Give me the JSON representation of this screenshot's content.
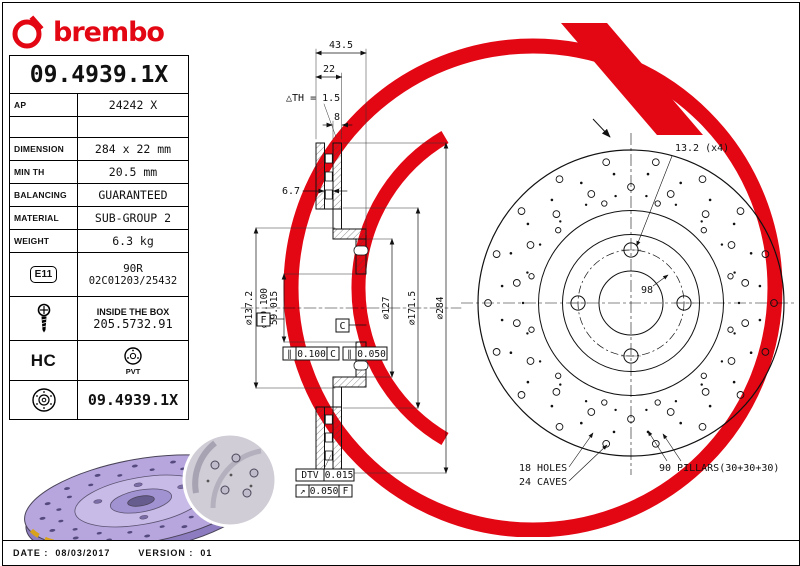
{
  "brand": {
    "logo_text": "brembo"
  },
  "part_number_main": "09.4939.1X",
  "ap": {
    "label": "AP",
    "value": "24242 X"
  },
  "specs": [
    {
      "label": "DIMENSION",
      "value": "284 x 22 mm"
    },
    {
      "label": "MIN TH",
      "value": "20.5 mm"
    },
    {
      "label": "BALANCING",
      "value": "GUARANTEED"
    },
    {
      "label": "MATERIAL",
      "value": "SUB-GROUP 2"
    },
    {
      "label": "WEIGHT",
      "value": "6.3 kg"
    }
  ],
  "homologation": {
    "badge": "E11",
    "line1": "90R",
    "line2": "02C01203/25432"
  },
  "inside_box": {
    "title": "INSIDE THE BOX",
    "part": "205.5732.91"
  },
  "coating": {
    "hc": "HC",
    "pvt": "PVT"
  },
  "boxed_part": {
    "part_number": "09.4939.1X"
  },
  "footer": {
    "date_label": "DATE :",
    "date": "08/03/2017",
    "version_label": "VERSION :",
    "version": "01"
  },
  "drawing": {
    "width_total": "43.5",
    "plate_width": "22",
    "th_tol": "△TH = 1.5",
    "plate_thickness": "8",
    "vent_width": "6.7",
    "dia_hat": "⌀137.2",
    "bore_max": "⌀59.100",
    "bore_min": "59.015",
    "dia_hat_face": "⌀127",
    "dia_inner": "⌀171.5",
    "dia_outer": "⌀284",
    "bolt_circle": "98",
    "bolt_hole": "13.2 (x4)",
    "holes_note": "18 HOLES",
    "caves_note": "24 CAVES",
    "pillars_note": "90 PILLARS(30+30+30)",
    "datum_f": "F",
    "datum_c": "C",
    "tol1_sym": "∥",
    "tol1_val": "0.100",
    "tol1_ref": "C",
    "tol2_sym": "∥",
    "tol2_val": "0.050",
    "dtv_label": "DTV",
    "dtv_val": "0.015",
    "runout_sym": "↗",
    "runout_val": "0.050",
    "runout_ref": "F"
  },
  "colors": {
    "brand_red": "#e30613",
    "photo_disc": "#b7a6de"
  }
}
